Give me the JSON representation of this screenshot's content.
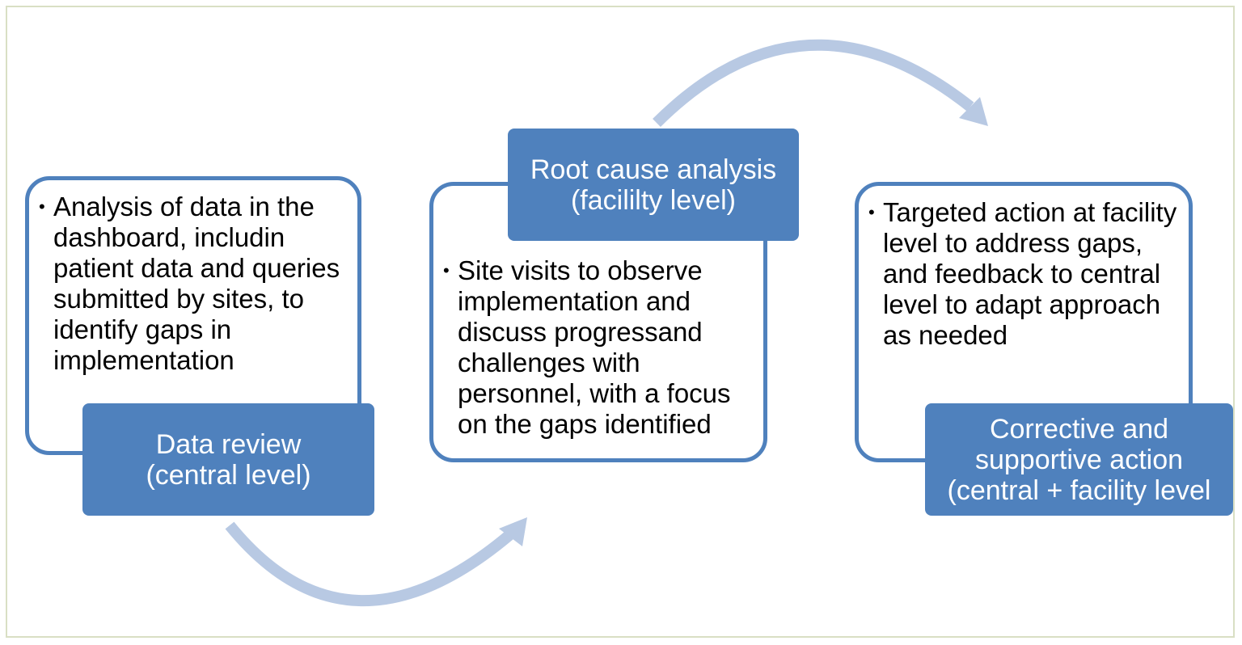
{
  "colors": {
    "accent": "#4f81bd",
    "arrow": "#b8c9e3",
    "frame": "#d9dfc4"
  },
  "steps": [
    {
      "title_line1": "Data review",
      "title_line2": "(central level)",
      "bullet": "Analysis of data in the dashboard, includin patient data and queries submitted by sites, to identify gaps in implementation"
    },
    {
      "title_line1": "Root cause analysis",
      "title_line2": "(facililty level)",
      "bullet": "Site visits to observe implementation and discuss progressand challenges with personnel, with a focus on the gaps identified"
    },
    {
      "title_line1": "Corrective and",
      "title_line2": "supportive action",
      "title_line3": "(central + facility level",
      "bullet": "Targeted action at facility level to address gaps, and feedback to central level to adapt approach as needed"
    }
  ]
}
